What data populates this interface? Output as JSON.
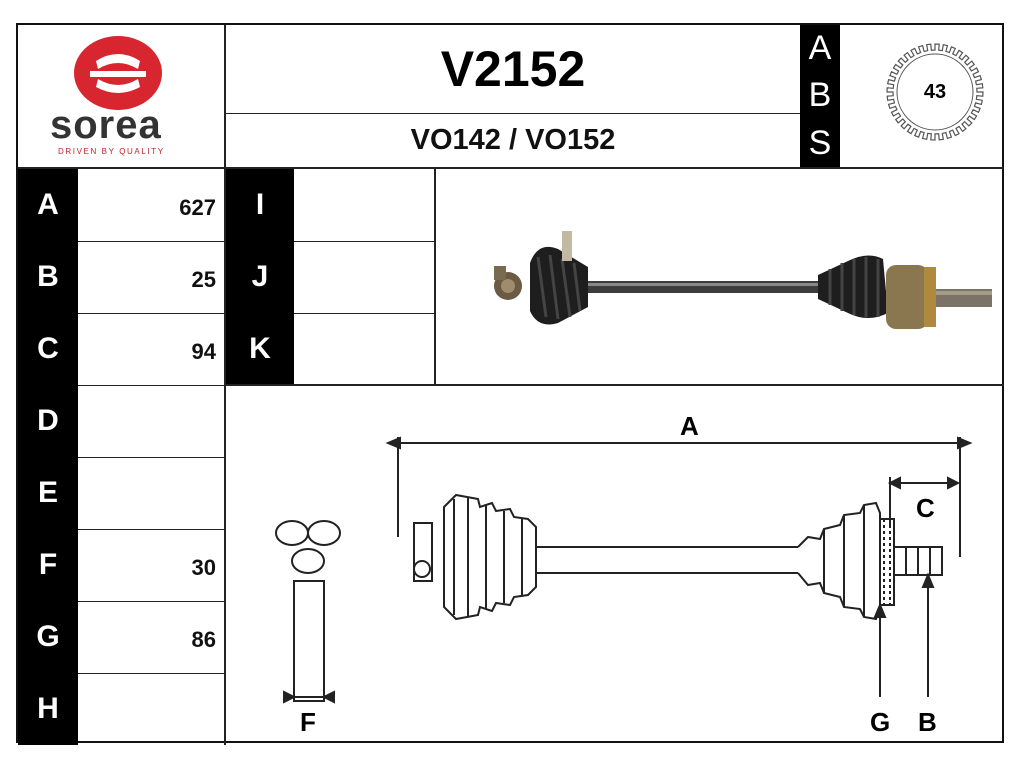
{
  "brand": {
    "name": "sorea",
    "tagline": "DRIVEN BY QUALITY",
    "color": "#d7262f"
  },
  "header": {
    "part_number": "V2152",
    "references": "VO142 / VO152",
    "abs_letters": [
      "A",
      "B",
      "S"
    ],
    "abs_teeth": "43"
  },
  "specs_left": [
    {
      "label": "A",
      "value": "627"
    },
    {
      "label": "B",
      "value": "25"
    },
    {
      "label": "C",
      "value": "94"
    },
    {
      "label": "D",
      "value": ""
    },
    {
      "label": "E",
      "value": ""
    },
    {
      "label": "F",
      "value": "30"
    },
    {
      "label": "G",
      "value": "86"
    },
    {
      "label": "H",
      "value": ""
    }
  ],
  "specs_right": [
    {
      "label": "I",
      "value": ""
    },
    {
      "label": "J",
      "value": ""
    },
    {
      "label": "K",
      "value": ""
    }
  ],
  "diagram_labels": {
    "a": "A",
    "b": "B",
    "c": "C",
    "f": "F",
    "g": "G"
  }
}
